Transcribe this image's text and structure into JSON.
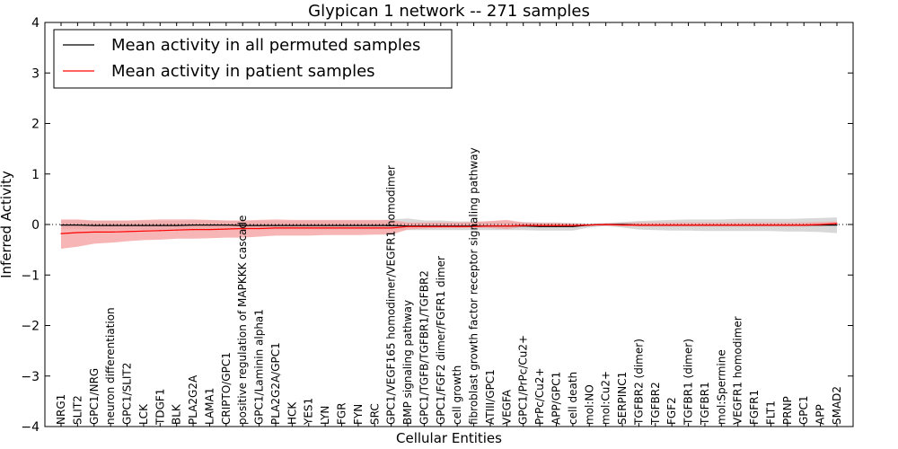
{
  "chart_data": {
    "type": "line",
    "title": "Glypican 1 network -- 271 samples",
    "xlabel": "Cellular Entities",
    "ylabel": "Inferred Activity",
    "ylim": [
      -4,
      4
    ],
    "yticks": [
      -4,
      -3,
      -2,
      -1,
      0,
      1,
      2,
      3,
      4
    ],
    "ytick_labels": [
      "−4",
      "−3",
      "−2",
      "−1",
      "0",
      "1",
      "2",
      "3",
      "4"
    ],
    "grid": false,
    "legend_position": "top-left",
    "categories": [
      "NRG1",
      "SLIT2",
      "GPC1/NRG",
      "neuron differentiation",
      "GPC1/SLIT2",
      "LCK",
      "TDGF1",
      "BLK",
      "PLA2G2A",
      "LAMA1",
      "CRIPTO/GPC1",
      "positive regulation of MAPKKK cascade",
      "GPC1/Laminin alpha1",
      "PLA2G2A/GPC1",
      "HCK",
      "YES1",
      "LYN",
      "FGR",
      "FYN",
      "SRC",
      "GPC1/VEGF165 homodimer/VEGFR1 homodimer",
      "BMP signaling pathway",
      "GPC1/TGFB/TGFBR1/TGFBR2",
      "GPC1/FGF2 dimer/FGFR1 dimer",
      "cell growth",
      "fibroblast growth factor receptor signaling pathway",
      "ATIII/GPC1",
      "VEGFA",
      "GPC1/PrPc/Cu2+",
      "PrPc/Cu2+",
      "APP/GPC1",
      "cell death",
      "mol:NO",
      "mol:Cu2+",
      "SERPINC1",
      "TGFBR2 (dimer)",
      "TGFBR2",
      "FGF2",
      "TGFBR1 (dimer)",
      "TGFBR1",
      "mol:Spermine",
      "VEGFR1 homodimer",
      "FGFR1",
      "FLT1",
      "PRNP",
      "GPC1",
      "APP",
      "SMAD2"
    ],
    "series": [
      {
        "name": "Mean activity in all permuted samples",
        "color": "#000000",
        "band_color": "#c8c8c8",
        "values": [
          -0.01,
          -0.01,
          -0.02,
          -0.02,
          -0.02,
          -0.02,
          -0.02,
          -0.02,
          -0.01,
          -0.01,
          -0.01,
          -0.02,
          -0.02,
          -0.02,
          -0.02,
          -0.02,
          -0.02,
          -0.02,
          -0.02,
          -0.02,
          -0.02,
          -0.03,
          -0.03,
          -0.03,
          -0.03,
          -0.03,
          -0.03,
          -0.03,
          -0.03,
          -0.04,
          -0.04,
          -0.04,
          -0.01,
          0.0,
          0.0,
          -0.01,
          -0.01,
          -0.01,
          -0.01,
          -0.01,
          -0.01,
          -0.01,
          -0.01,
          -0.01,
          -0.01,
          -0.01,
          -0.01,
          -0.01
        ],
        "lower": [
          -0.09,
          -0.09,
          -0.1,
          -0.1,
          -0.1,
          -0.1,
          -0.1,
          -0.1,
          -0.09,
          -0.09,
          -0.09,
          -0.1,
          -0.1,
          -0.1,
          -0.1,
          -0.1,
          -0.1,
          -0.1,
          -0.1,
          -0.1,
          -0.1,
          -0.11,
          -0.11,
          -0.11,
          -0.11,
          -0.11,
          -0.11,
          -0.11,
          -0.11,
          -0.12,
          -0.12,
          -0.12,
          -0.06,
          -0.03,
          -0.06,
          -0.1,
          -0.11,
          -0.12,
          -0.12,
          -0.13,
          -0.13,
          -0.13,
          -0.13,
          -0.13,
          -0.14,
          -0.14,
          -0.15,
          -0.17
        ],
        "upper": [
          0.08,
          0.08,
          0.07,
          0.07,
          0.07,
          0.07,
          0.07,
          0.07,
          0.08,
          0.08,
          0.08,
          0.07,
          0.07,
          0.07,
          0.07,
          0.07,
          0.07,
          0.07,
          0.07,
          0.07,
          0.1,
          0.12,
          0.08,
          0.08,
          0.06,
          0.06,
          0.06,
          0.06,
          0.05,
          0.04,
          0.04,
          0.03,
          0.02,
          0.03,
          0.05,
          0.07,
          0.08,
          0.09,
          0.1,
          0.1,
          0.1,
          0.11,
          0.11,
          0.11,
          0.11,
          0.12,
          0.13,
          0.14
        ]
      },
      {
        "name": "Mean activity in patient samples",
        "color": "#ff0000",
        "band_color": "#f5a3a3",
        "values": [
          -0.18,
          -0.16,
          -0.15,
          -0.15,
          -0.14,
          -0.13,
          -0.12,
          -0.11,
          -0.1,
          -0.1,
          -0.09,
          -0.08,
          -0.08,
          -0.07,
          -0.07,
          -0.07,
          -0.07,
          -0.07,
          -0.07,
          -0.07,
          -0.07,
          -0.04,
          -0.04,
          -0.04,
          -0.04,
          -0.04,
          -0.03,
          -0.03,
          -0.02,
          -0.02,
          -0.02,
          -0.02,
          -0.01,
          0.0,
          -0.01,
          -0.01,
          -0.01,
          -0.01,
          -0.01,
          -0.01,
          -0.01,
          -0.01,
          -0.01,
          -0.01,
          -0.01,
          -0.01,
          0.0,
          0.02
        ],
        "lower": [
          -0.48,
          -0.44,
          -0.38,
          -0.36,
          -0.33,
          -0.31,
          -0.3,
          -0.28,
          -0.28,
          -0.27,
          -0.26,
          -0.26,
          -0.24,
          -0.22,
          -0.22,
          -0.22,
          -0.21,
          -0.21,
          -0.21,
          -0.2,
          -0.2,
          -0.1,
          -0.08,
          -0.07,
          -0.07,
          -0.06,
          -0.07,
          -0.09,
          -0.05,
          -0.04,
          -0.04,
          -0.03,
          -0.02,
          -0.02,
          -0.03,
          -0.04,
          -0.04,
          -0.04,
          -0.04,
          -0.04,
          -0.04,
          -0.04,
          -0.04,
          -0.04,
          -0.04,
          -0.04,
          -0.03,
          -0.02
        ],
        "upper": [
          0.1,
          0.1,
          0.08,
          0.08,
          0.08,
          0.09,
          0.1,
          0.1,
          0.1,
          0.09,
          0.08,
          0.08,
          0.09,
          0.1,
          0.09,
          0.09,
          0.09,
          0.09,
          0.09,
          0.09,
          0.09,
          0.04,
          0.04,
          0.04,
          0.04,
          0.05,
          0.07,
          0.09,
          0.04,
          0.03,
          0.03,
          0.02,
          0.01,
          0.02,
          0.03,
          0.04,
          0.04,
          0.04,
          0.04,
          0.04,
          0.04,
          0.04,
          0.04,
          0.04,
          0.04,
          0.04,
          0.05,
          0.06
        ]
      }
    ]
  }
}
